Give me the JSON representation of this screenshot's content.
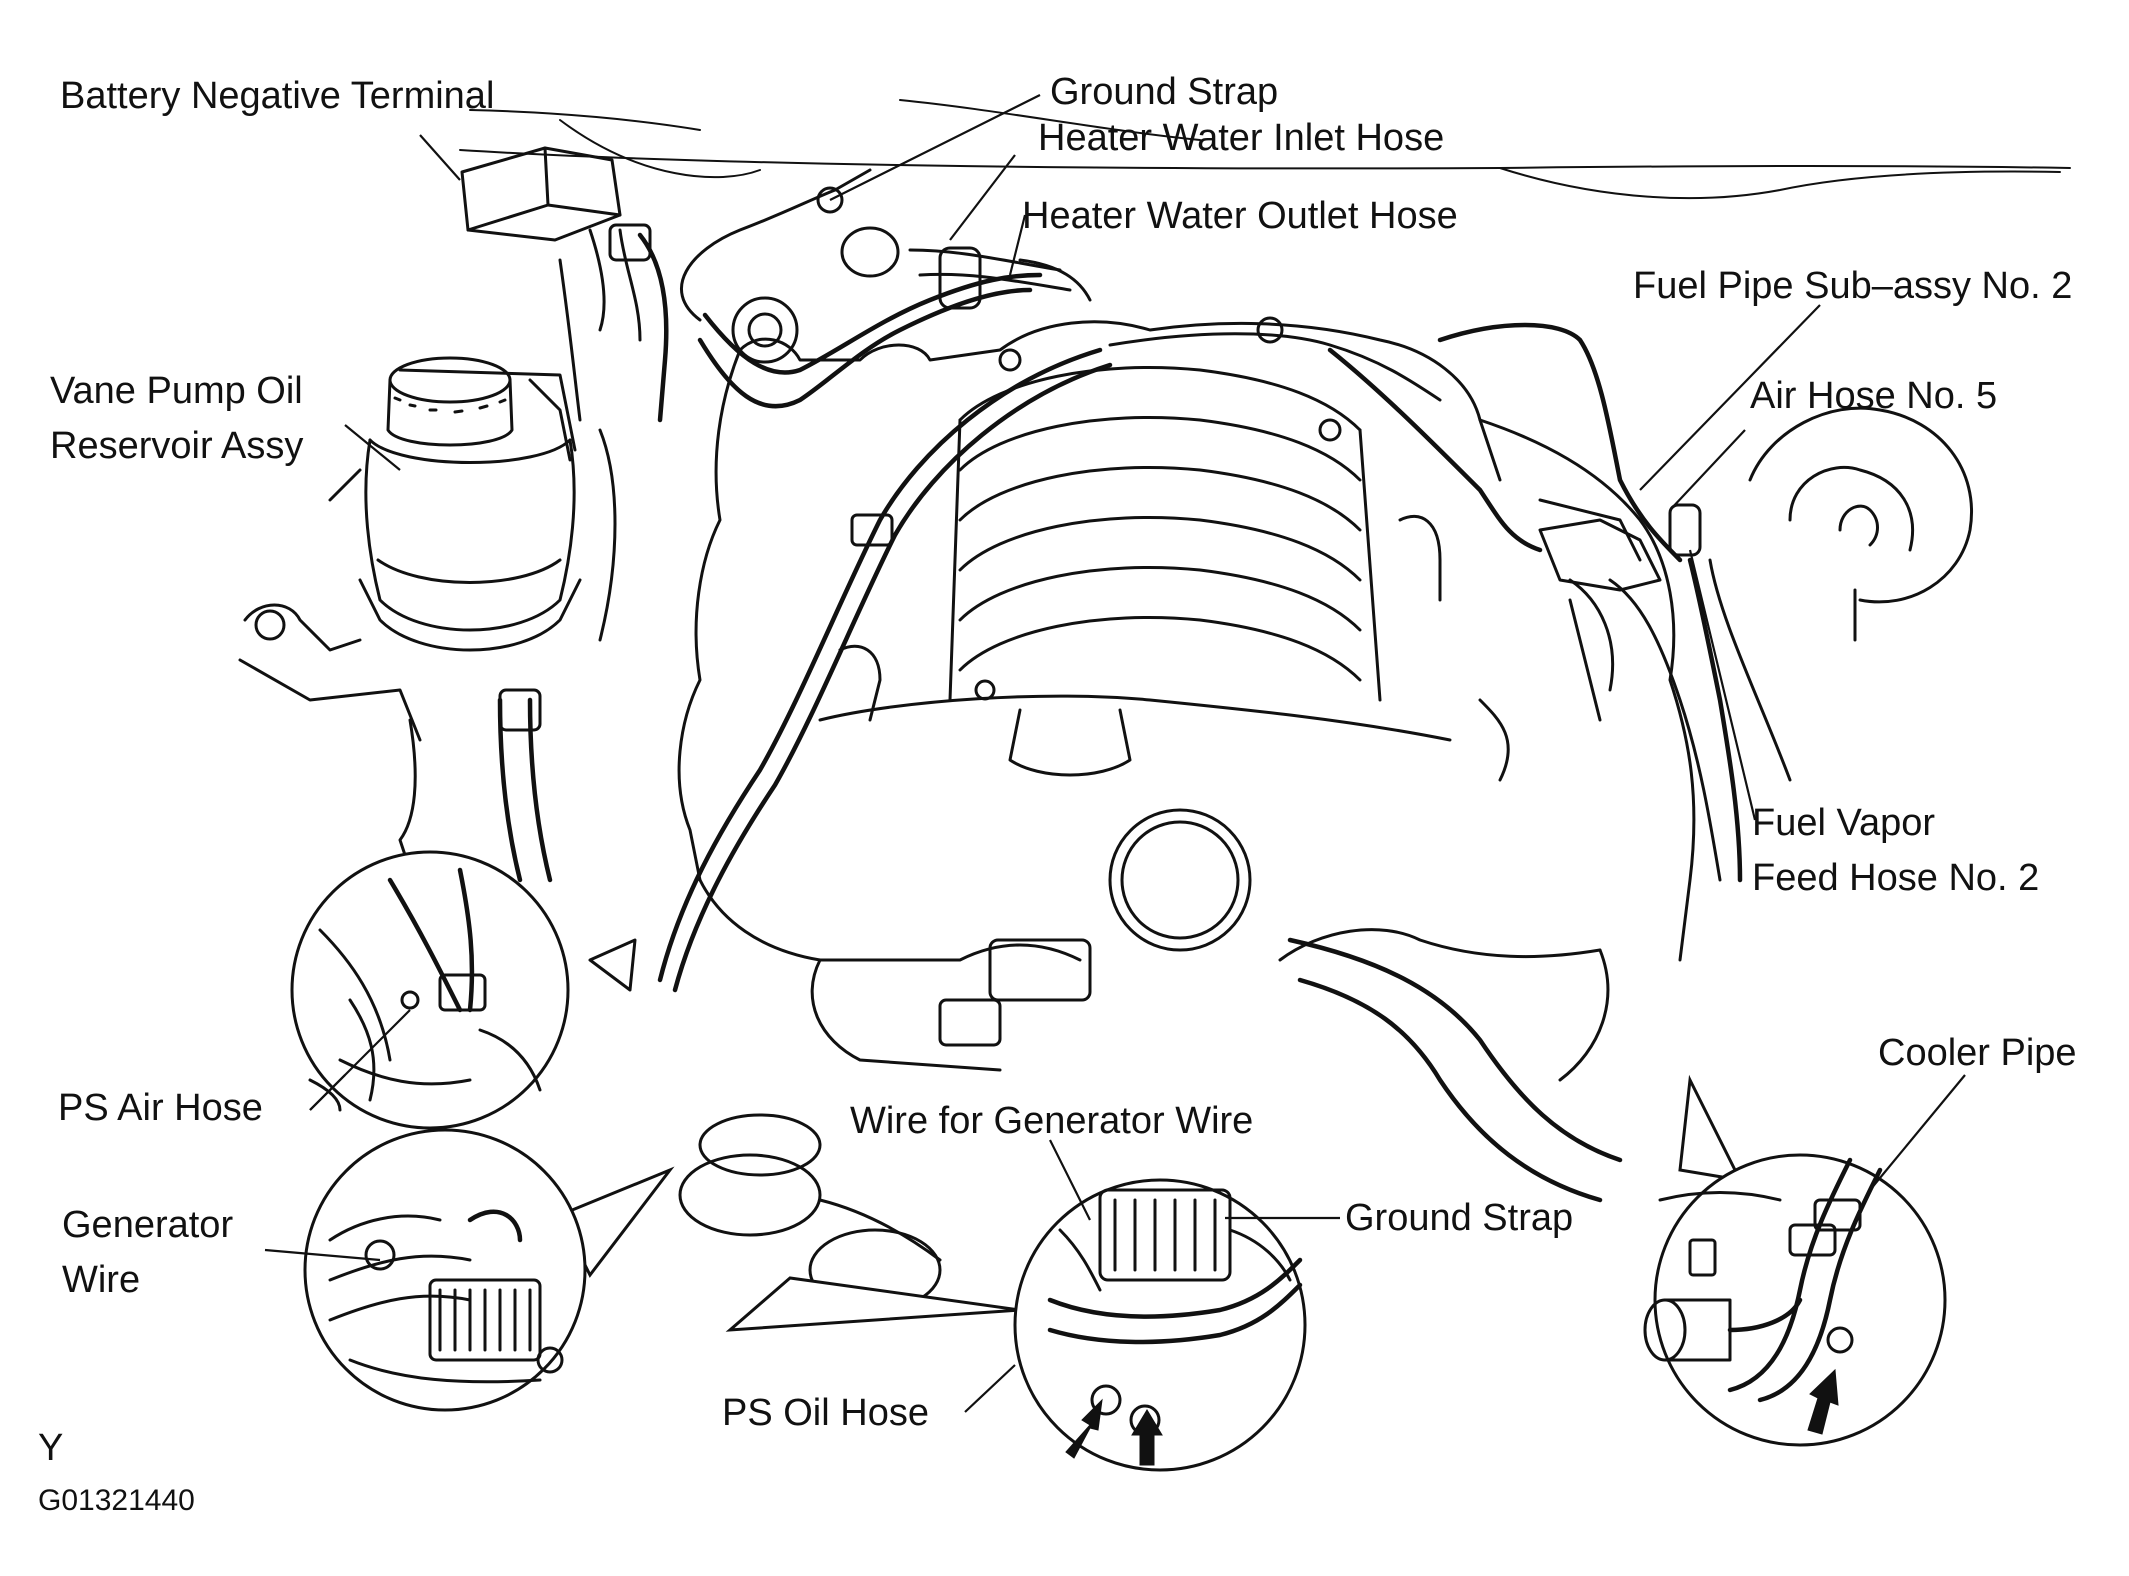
{
  "labels": {
    "battery_negative_terminal": "Battery Negative Terminal",
    "ground_strap_top": "Ground Strap",
    "heater_water_inlet_hose": "Heater Water Inlet Hose",
    "heater_water_outlet_hose": "Heater Water Outlet Hose",
    "fuel_pipe_sub_assy": "Fuel Pipe Sub–assy No. 2",
    "air_hose_no5": "Air Hose No. 5",
    "vane_pump_line1": "Vane Pump Oil",
    "vane_pump_line2": "Reservoir Assy",
    "fuel_vapor_line1": "Fuel Vapor",
    "fuel_vapor_line2": "Feed Hose No. 2",
    "cooler_pipe": "Cooler Pipe",
    "ps_air_hose": "PS Air Hose",
    "wire_for_generator_wire": "Wire for Generator Wire",
    "ground_strap_bottom": "Ground Strap",
    "generator_wire_line1": "Generator",
    "generator_wire_line2": "Wire",
    "ps_oil_hose": "PS Oil Hose"
  },
  "footer": {
    "view_letter": "Y",
    "figure_code": "G01321440"
  }
}
